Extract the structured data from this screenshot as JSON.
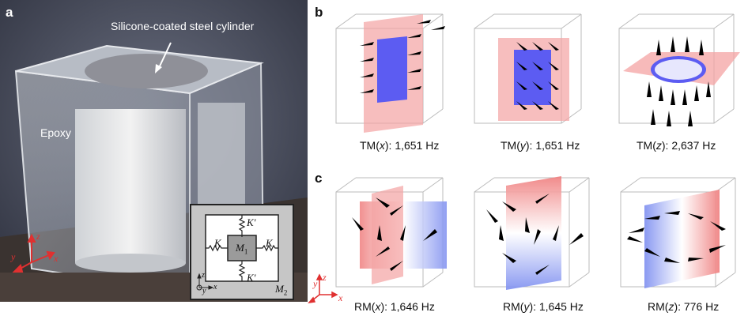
{
  "panel_labels": {
    "a": "a",
    "b": "b",
    "c": "c"
  },
  "photo": {
    "cylinder_label": "Silicone-coated steel cylinder",
    "epoxy_label": "Epoxy",
    "axes": {
      "z": "z",
      "y": "y",
      "x": "x"
    },
    "inset": {
      "K_left": "K",
      "K_right": "K",
      "K_prime_top": "K′",
      "K_prime_bottom": "K′",
      "M1": "M",
      "M1_sub": "1",
      "M2": "M",
      "M2_sub": "2",
      "z": "z",
      "y": "y",
      "x": "x"
    }
  },
  "panel_b": {
    "captions": [
      {
        "pre": "TM(",
        "var": "x",
        "post": "): 1,651 Hz"
      },
      {
        "pre": "TM(",
        "var": "y",
        "post": "): 1,651 Hz"
      },
      {
        "pre": "TM(",
        "var": "z",
        "post": "): 2,637 Hz"
      }
    ]
  },
  "panel_c": {
    "captions": [
      {
        "pre": "RM(",
        "var": "x",
        "post": "): 1,646 Hz"
      },
      {
        "pre": "RM(",
        "var": "y",
        "post": "): 1,645 Hz"
      },
      {
        "pre": "RM(",
        "var": "z",
        "post": "): 776 Hz"
      }
    ],
    "axes": {
      "y": "y",
      "z": "z",
      "x": "x"
    }
  },
  "colors": {
    "blue": "#5c5cf2",
    "red": "#f4a3a3",
    "arrow": "#000000",
    "axis": "#e03030"
  }
}
